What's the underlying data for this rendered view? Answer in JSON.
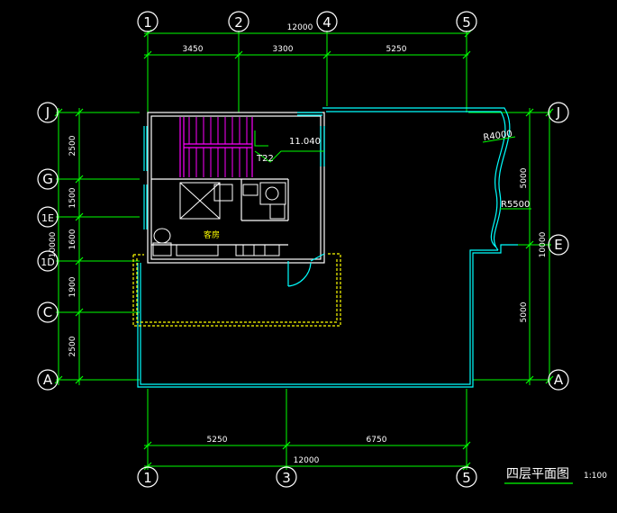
{
  "drawing": {
    "title": "四层平面图",
    "scale": "1:100",
    "colors": {
      "background": "#000000",
      "grid_line": "#00ff00",
      "wall_outer": "#00ffff",
      "wall_inner": "#ffffff",
      "balcony": "#ffff00",
      "stair": "#ff00ff",
      "label": "#ffffff"
    }
  },
  "axes": {
    "top": [
      "1",
      "2",
      "4",
      "5"
    ],
    "bottom": [
      "1",
      "3",
      "5"
    ],
    "left": [
      "J",
      "G",
      "1E",
      "1D",
      "C",
      "A"
    ],
    "right": [
      "J",
      "E",
      "A"
    ]
  },
  "dimensions": {
    "top_total": "12000",
    "top_segments": [
      "3450",
      "3300",
      "5250"
    ],
    "bottom_segments": [
      "5250",
      "6750"
    ],
    "bottom_total": "12000",
    "left_segments": [
      "2500",
      "1500",
      "1600",
      "1900",
      "2500"
    ],
    "left_total": "10000",
    "right_segments": [
      "5000",
      "5000"
    ],
    "right_total": "10000"
  },
  "annotations": {
    "radius_1": "R4000",
    "radius_2": "R5500",
    "elevation": "11.040",
    "stair_tag": "T22",
    "room_label": "客房"
  }
}
